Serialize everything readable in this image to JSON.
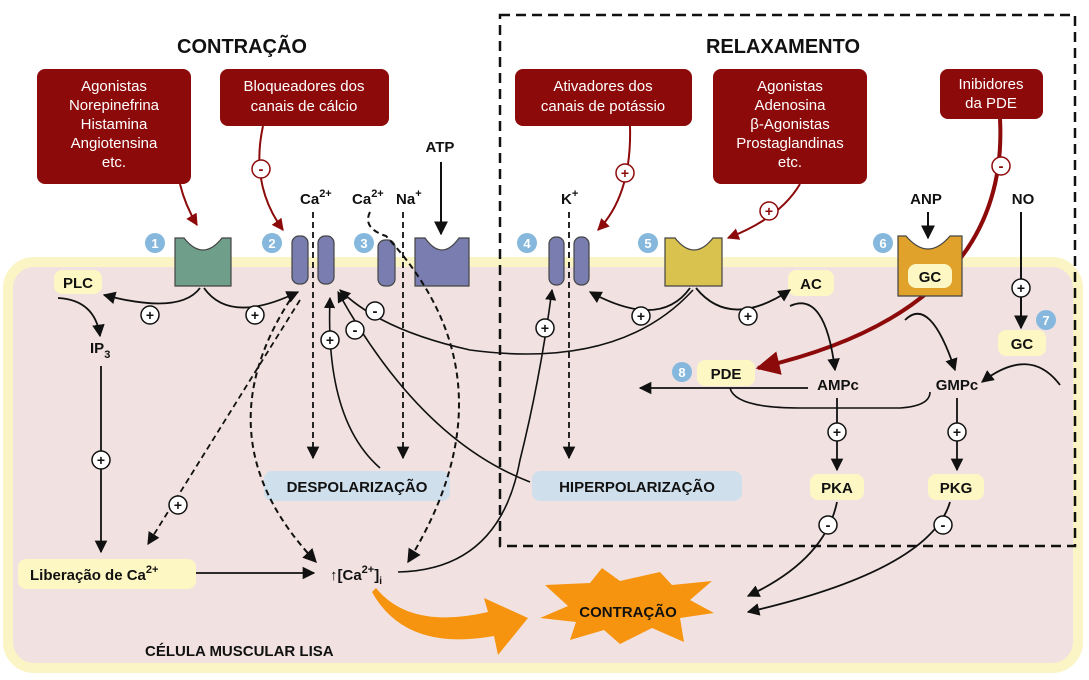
{
  "headers": {
    "contraction": "CONTRAÇÃO",
    "relaxation": "RELAXAMENTO"
  },
  "red_boxes": {
    "agonists_contraction": [
      "Agonistas",
      "Norepinefrina",
      "Histamina",
      "Angiotensina",
      "etc."
    ],
    "calcium_blockers": [
      "Bloqueadores dos",
      "canais de cálcio"
    ],
    "potassium_activators": [
      "Ativadores dos",
      "canais de potássio"
    ],
    "agonists_relaxation": [
      "Agonistas",
      "Adenosina",
      "β-Agonistas",
      "Prostaglandinas",
      "etc."
    ],
    "pde_inhibitors": [
      "Inibidores",
      "da PDE"
    ]
  },
  "ions": {
    "ca": "Ca",
    "ca_sup": "2+",
    "na": "Na",
    "na_sup": "+",
    "k": "K",
    "k_sup": "+",
    "atp": "ATP",
    "anp": "ANP",
    "no": "NO"
  },
  "numbers": [
    "1",
    "2",
    "3",
    "4",
    "5",
    "6",
    "7",
    "8"
  ],
  "molecules": {
    "plc": "PLC",
    "ip3": "IP",
    "ip3_sub": "3",
    "ac": "AC",
    "gc_receptor": "GC",
    "gc": "GC",
    "pde": "PDE",
    "ampc": "AMPc",
    "gmpc": "GMPc",
    "pka": "PKA",
    "pkg": "PKG"
  },
  "processes": {
    "depolarization": "DESPOLARIZAÇÃO",
    "hyperpolarization": "HIPERPOLARIZAÇÃO",
    "ca_release": "Liberação de Ca",
    "ca_release_sup": "2+",
    "ca_conc": "[Ca",
    "ca_conc_sup": "2+",
    "ca_conc_close": "]",
    "ca_conc_sub": "i",
    "contraction_burst": "CONTRAÇÃO"
  },
  "cell_label": "CÉLULA MUSCULAR LISA",
  "signs": {
    "plus": "+",
    "minus": "-"
  },
  "colors": {
    "cell_fill": "#f1e2e1",
    "cell_border": "#fbf4c4",
    "red_box": "#8c0a0a",
    "channel": "#7a7db0",
    "receptor_green": "#6f9e8a",
    "receptor_yellow": "#d9c34e",
    "receptor_orange": "#e0a22a",
    "yellow_label": "#fdf7c3",
    "blue_label": "#cfe0ec",
    "number_badge": "#86b8de",
    "burst": "#f7940f",
    "orange_arrow": "#f7940f"
  }
}
